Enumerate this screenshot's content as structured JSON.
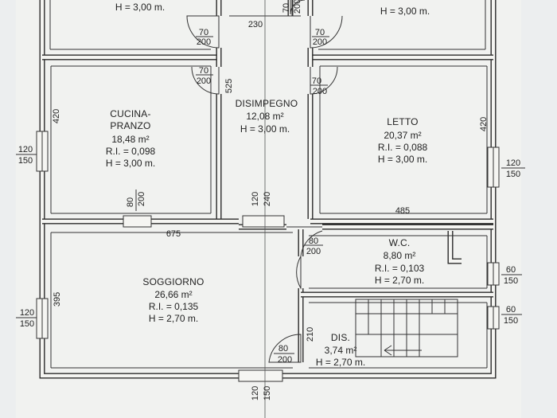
{
  "rooms": {
    "top_left": {
      "height": "H = 3,00 m."
    },
    "top_right": {
      "height": "H = 3,00 m."
    },
    "cucina": {
      "name_line1": "CUCINA-",
      "name_line2": "PRANZO",
      "area": "18,48 m²",
      "ri": "R.I. = 0,098",
      "height": "H = 3,00 m."
    },
    "disimpegno": {
      "name": "DISIMPEGNO",
      "area": "12,08 m²",
      "height": "H = 3,00 m."
    },
    "letto": {
      "name": "LETTO",
      "area": "20,37 m²",
      "ri": "R.I. = 0,088",
      "height": "H = 3,00 m."
    },
    "wc": {
      "name": "W.C.",
      "area": "8,80 m²",
      "ri": "R.I. = 0,103",
      "height": "H = 2,70 m."
    },
    "soggiorno": {
      "name": "SOGGIORNO",
      "area": "26,66 m²",
      "ri": "R.I. = 0,135",
      "height": "H = 2,70 m."
    },
    "dis": {
      "name": "DIS.",
      "area": "3,74 m²",
      "height": "H = 2,70 m."
    }
  },
  "dimensions": {
    "top_corridor_width": "230",
    "top_right_door": {
      "w": "70",
      "h": "200"
    },
    "door_70_200": {
      "w": "70",
      "h": "200"
    },
    "corridor_length": "525",
    "cucina_depth": "420",
    "letto_depth": "420",
    "left_window_upper": {
      "w": "120",
      "h": "150"
    },
    "right_window_upper": {
      "w": "120",
      "h": "150"
    },
    "cucina_door": {
      "w": "80",
      "h": "200"
    },
    "corridor_opening": {
      "w": "120",
      "h": "240"
    },
    "letto_width": "485",
    "soggiorno_width": "675",
    "wc_door": {
      "w": "80",
      "h": "200"
    },
    "wc_window": {
      "w": "60",
      "h": "150"
    },
    "soggiorno_depth": "395",
    "left_window_lower": {
      "w": "120",
      "h": "150"
    },
    "stair_window": {
      "w": "60",
      "h": "150"
    },
    "dis_depth": "210",
    "dis_door": {
      "w": "80",
      "h": "200"
    },
    "entrance_opening": {
      "w": "120",
      "h": "150"
    }
  }
}
